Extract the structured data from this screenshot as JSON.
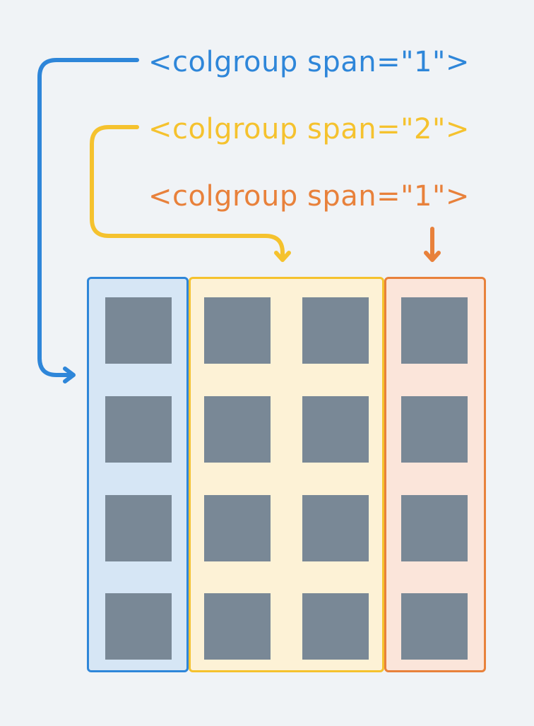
{
  "colors": {
    "background": "#f0f3f6",
    "cell": "#798896",
    "group_1": {
      "stroke": "#2e86d9",
      "fill": "#d6e6f5"
    },
    "group_2": {
      "stroke": "#f5c22e",
      "fill": "#fdf2d6"
    },
    "group_3": {
      "stroke": "#e8813b",
      "fill": "#fbe5da"
    }
  },
  "labels": [
    {
      "text": "<colgroup span=\"1\">"
    },
    {
      "text": "<colgroup span=\"2\">"
    },
    {
      "text": "<colgroup span=\"1\">"
    }
  ],
  "table": {
    "rows": 4,
    "columns": 4,
    "groups": [
      {
        "span": 1
      },
      {
        "span": 2
      },
      {
        "span": 1
      }
    ]
  }
}
